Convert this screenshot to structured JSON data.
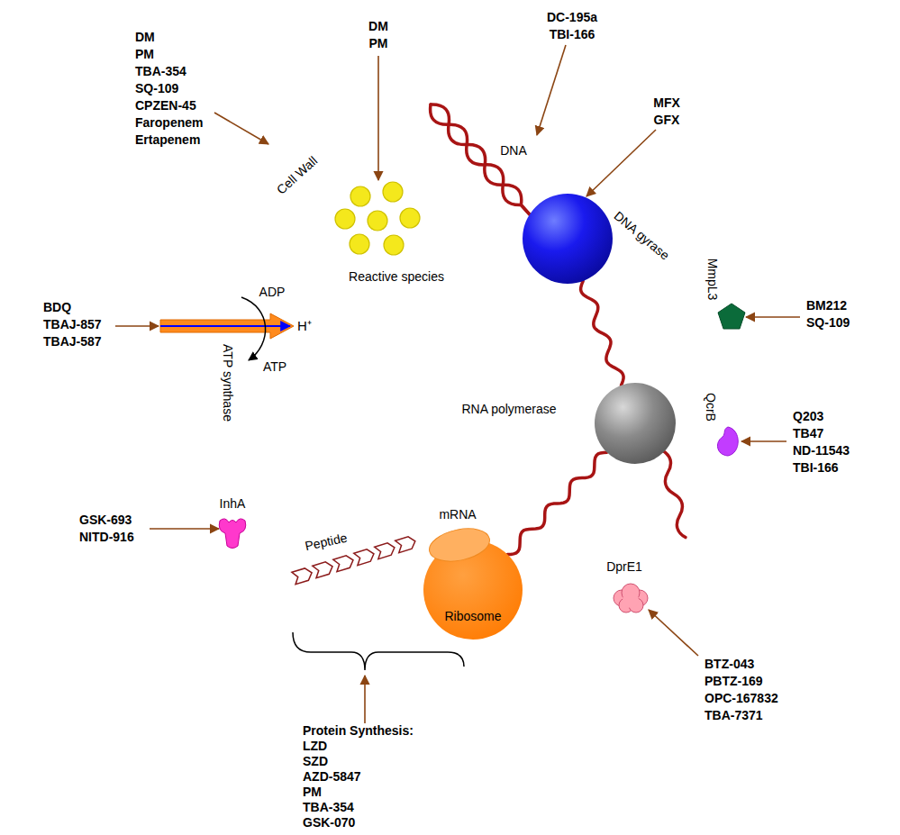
{
  "diagram": {
    "nodes": [
      {
        "text": [
          "Cell Wall"
        ]
      },
      {
        "text": [
          "DNA gyrase"
        ],
        "in": 0
      },
      {
        "text": [
          "MmpL3"
        ],
        "in": 0
      },
      {
        "text": [
          "RNA polymerase"
        ],
        "in": 0
      },
      {
        "text": [
          "QcrB"
        ],
        "in": 0
      },
      {
        "text": [
          "InhA"
        ],
        "in": 0
      },
      {
        "text": [
          "DprE1"
        ],
        "in": 0
      },
      {
        "text": [
          "Ribosome"
        ],
        "in": 0
      }
    ],
    "edges": [
      {
        "from": 1,
        "to": 3,
        "arrow": "none"
      },
      {
        "from": 3,
        "to": 7,
        "label": "mRNA",
        "arrow": "none"
      }
    ],
    "labels": [
      "DM",
      "PM",
      "DC-195a",
      "TBI-166",
      "MFX",
      "GFX",
      "DM",
      "PM",
      "TBA-354",
      "SQ-109",
      "CPZEN-45",
      "Faropenem",
      "Ertapenem",
      "Reactive species",
      "DNA",
      "ADP",
      "ATP",
      "H⁺",
      "ATP synthase",
      "BDQ",
      "TBAJ-857",
      "TBAJ-587",
      "BM212",
      "SQ-109",
      "Q203",
      "TB47",
      "ND-11543",
      "TBI-166",
      "GSK-693",
      "NITD-916",
      "Peptide",
      "BTZ-043",
      "PBTZ-169",
      "OPC-167832",
      "TBA-7371",
      "Protein Synthesis:",
      "LZD",
      "SZD",
      "AZD-5847",
      "PM",
      "TBA-354",
      "GSK-070"
    ]
  }
}
